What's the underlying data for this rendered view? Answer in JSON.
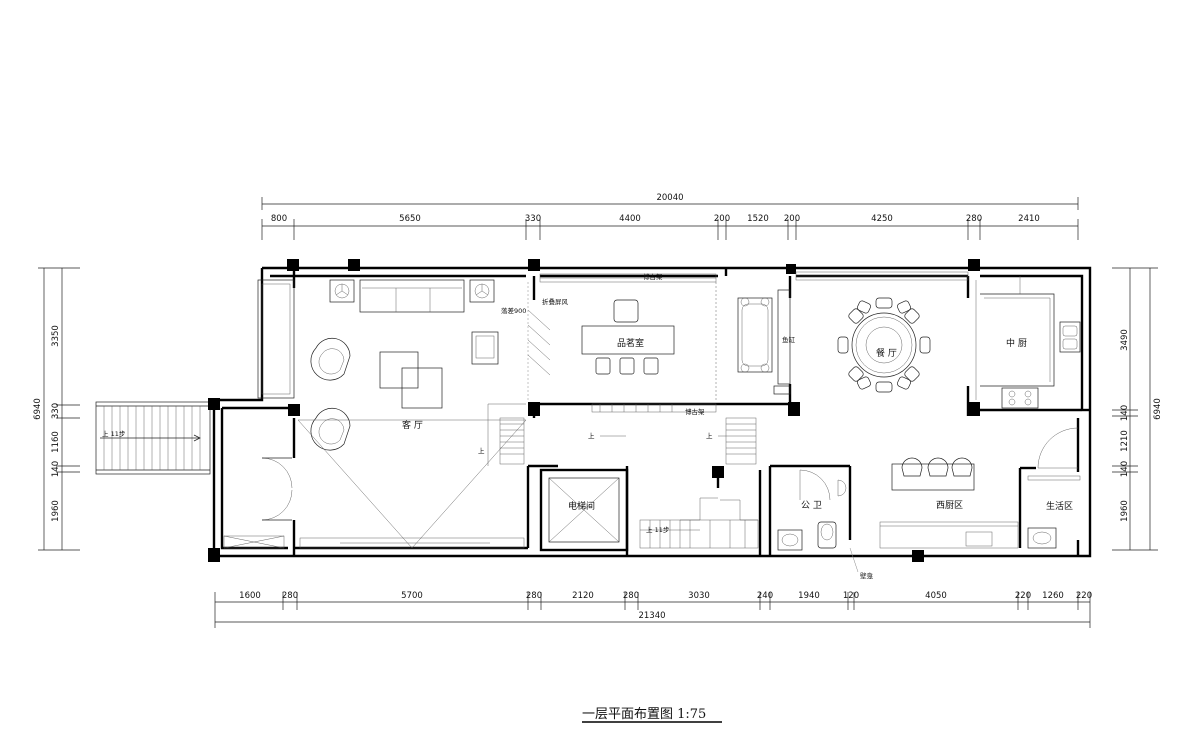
{
  "title": "一层平面布置图 1:75",
  "dims_top": {
    "total": "20040",
    "segments": [
      "800",
      "5650",
      "330",
      "4400",
      "200",
      "1520",
      "200",
      "4250",
      "280",
      "2410"
    ]
  },
  "dims_bottom": {
    "total": "21340",
    "segments": [
      "1600",
      "280",
      "5700",
      "280",
      "2120",
      "280",
      "3030",
      "240",
      "1940",
      "120",
      "4050",
      "220",
      "1260",
      "220"
    ]
  },
  "dims_left": {
    "total": "6940",
    "segments": [
      "3350",
      "330",
      "1160",
      "140",
      "1960"
    ]
  },
  "dims_right": {
    "total": "6940",
    "segments": [
      "3490",
      "140",
      "1210",
      "140",
      "1960"
    ]
  },
  "rooms": {
    "living": "客 厅",
    "tea": "品茗室",
    "dining": "餐 厅",
    "chinese_kitchen": "中 厨",
    "western_kitchen": "西厨区",
    "bath": "公 卫",
    "life": "生活区",
    "elevator": "电梯间"
  },
  "labels": {
    "folding_screen": "折叠屏风",
    "level_diff": "落差900",
    "shelf_top": "博古架",
    "shelf_mid": "博古架",
    "fish_tank": "鱼缸",
    "niche": "壁龛",
    "up": "上",
    "up_11_left": "上  11步",
    "up_11_stair": "上  11步"
  }
}
